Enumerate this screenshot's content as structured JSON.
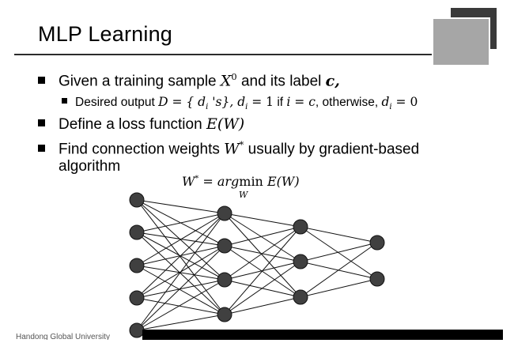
{
  "slide": {
    "title": "MLP Learning",
    "footer": "Handong Global University"
  },
  "bullets": {
    "b1": {
      "prefix": "Given a training sample ",
      "math": "X",
      "sup": "0",
      "suffix": " and its label ",
      "label": "c,"
    },
    "sub1": {
      "prefix": "Desired output ",
      "math1": "D = { d",
      "sub_i": "i",
      "math2": " 's},",
      "mid": " d",
      "sub_i2": "i",
      "eq1": " = 1",
      "if_text": " if ",
      "cond": "i = c",
      "otherwise": ", otherwise, ",
      "d3": "d",
      "sub_i3": "i",
      "eq0": " = 0"
    },
    "b2": {
      "prefix": "Define a loss function ",
      "math": "E(W)"
    },
    "b3": {
      "prefix": "Find connection weights ",
      "math": "W",
      "sup": "*",
      "suffix": " usually by gradient-based",
      "line2": "algorithm"
    }
  },
  "formula": {
    "lhs": "W",
    "sup": "*",
    "rhs": " = arg",
    "min": "min",
    "tail": " E(W)",
    "under": "W"
  },
  "network": {
    "layers": [
      5,
      4,
      3,
      2
    ],
    "node_color": "#404040"
  }
}
